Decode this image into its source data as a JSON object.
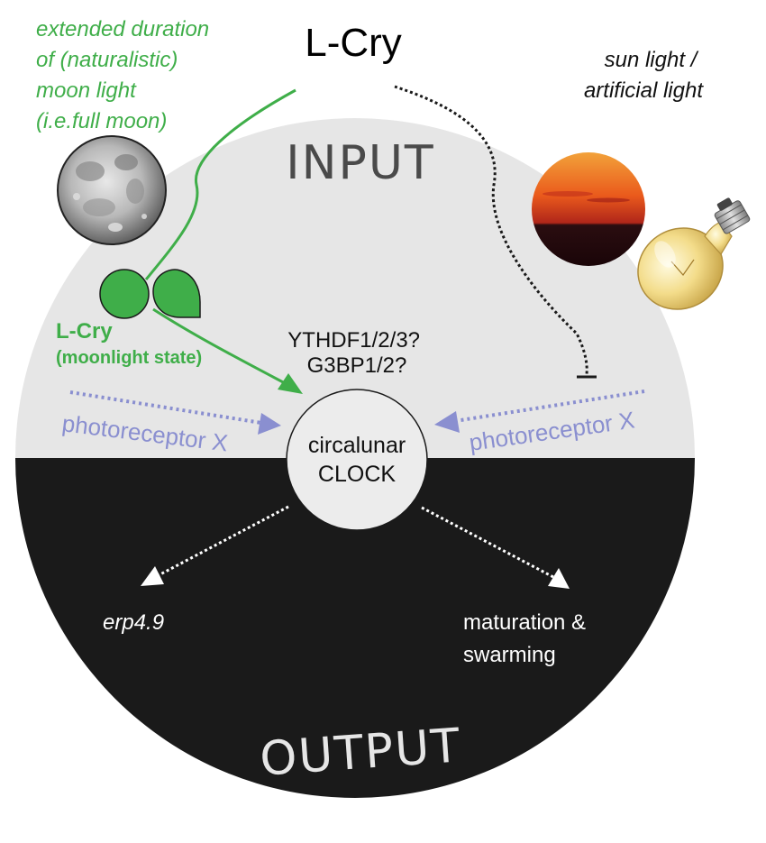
{
  "title": "L-Cry",
  "moon_note": {
    "lines": [
      "extended duration",
      "of (naturalistic)",
      "moon light",
      "(i.e.full moon)"
    ]
  },
  "sun_note": {
    "lines": [
      "sun light /",
      "artificial light"
    ]
  },
  "input_label": "INPUT",
  "output_label": "OUTPUT",
  "lcry_state": {
    "name": "L-Cry",
    "state": "(moonlight state)"
  },
  "candidates": {
    "lines": [
      "YTHDF1/2/3?",
      "G3BP1/2?"
    ]
  },
  "clock": {
    "line1": "circalunar",
    "line2": "CLOCK"
  },
  "photoreceptor_left": "photoreceptor X",
  "photoreceptor_right": "photoreceptor X",
  "outputs": {
    "erp": "erp4.9",
    "maturation": [
      "maturation &",
      "swarming"
    ]
  },
  "colors": {
    "green": "#3fae49",
    "periwinkle": "#8a8fd0",
    "input_bg": "#e6e6e6",
    "output_bg": "#1a1a1a",
    "input_text": "#4a4a4a",
    "output_text": "#e6e6e6"
  }
}
